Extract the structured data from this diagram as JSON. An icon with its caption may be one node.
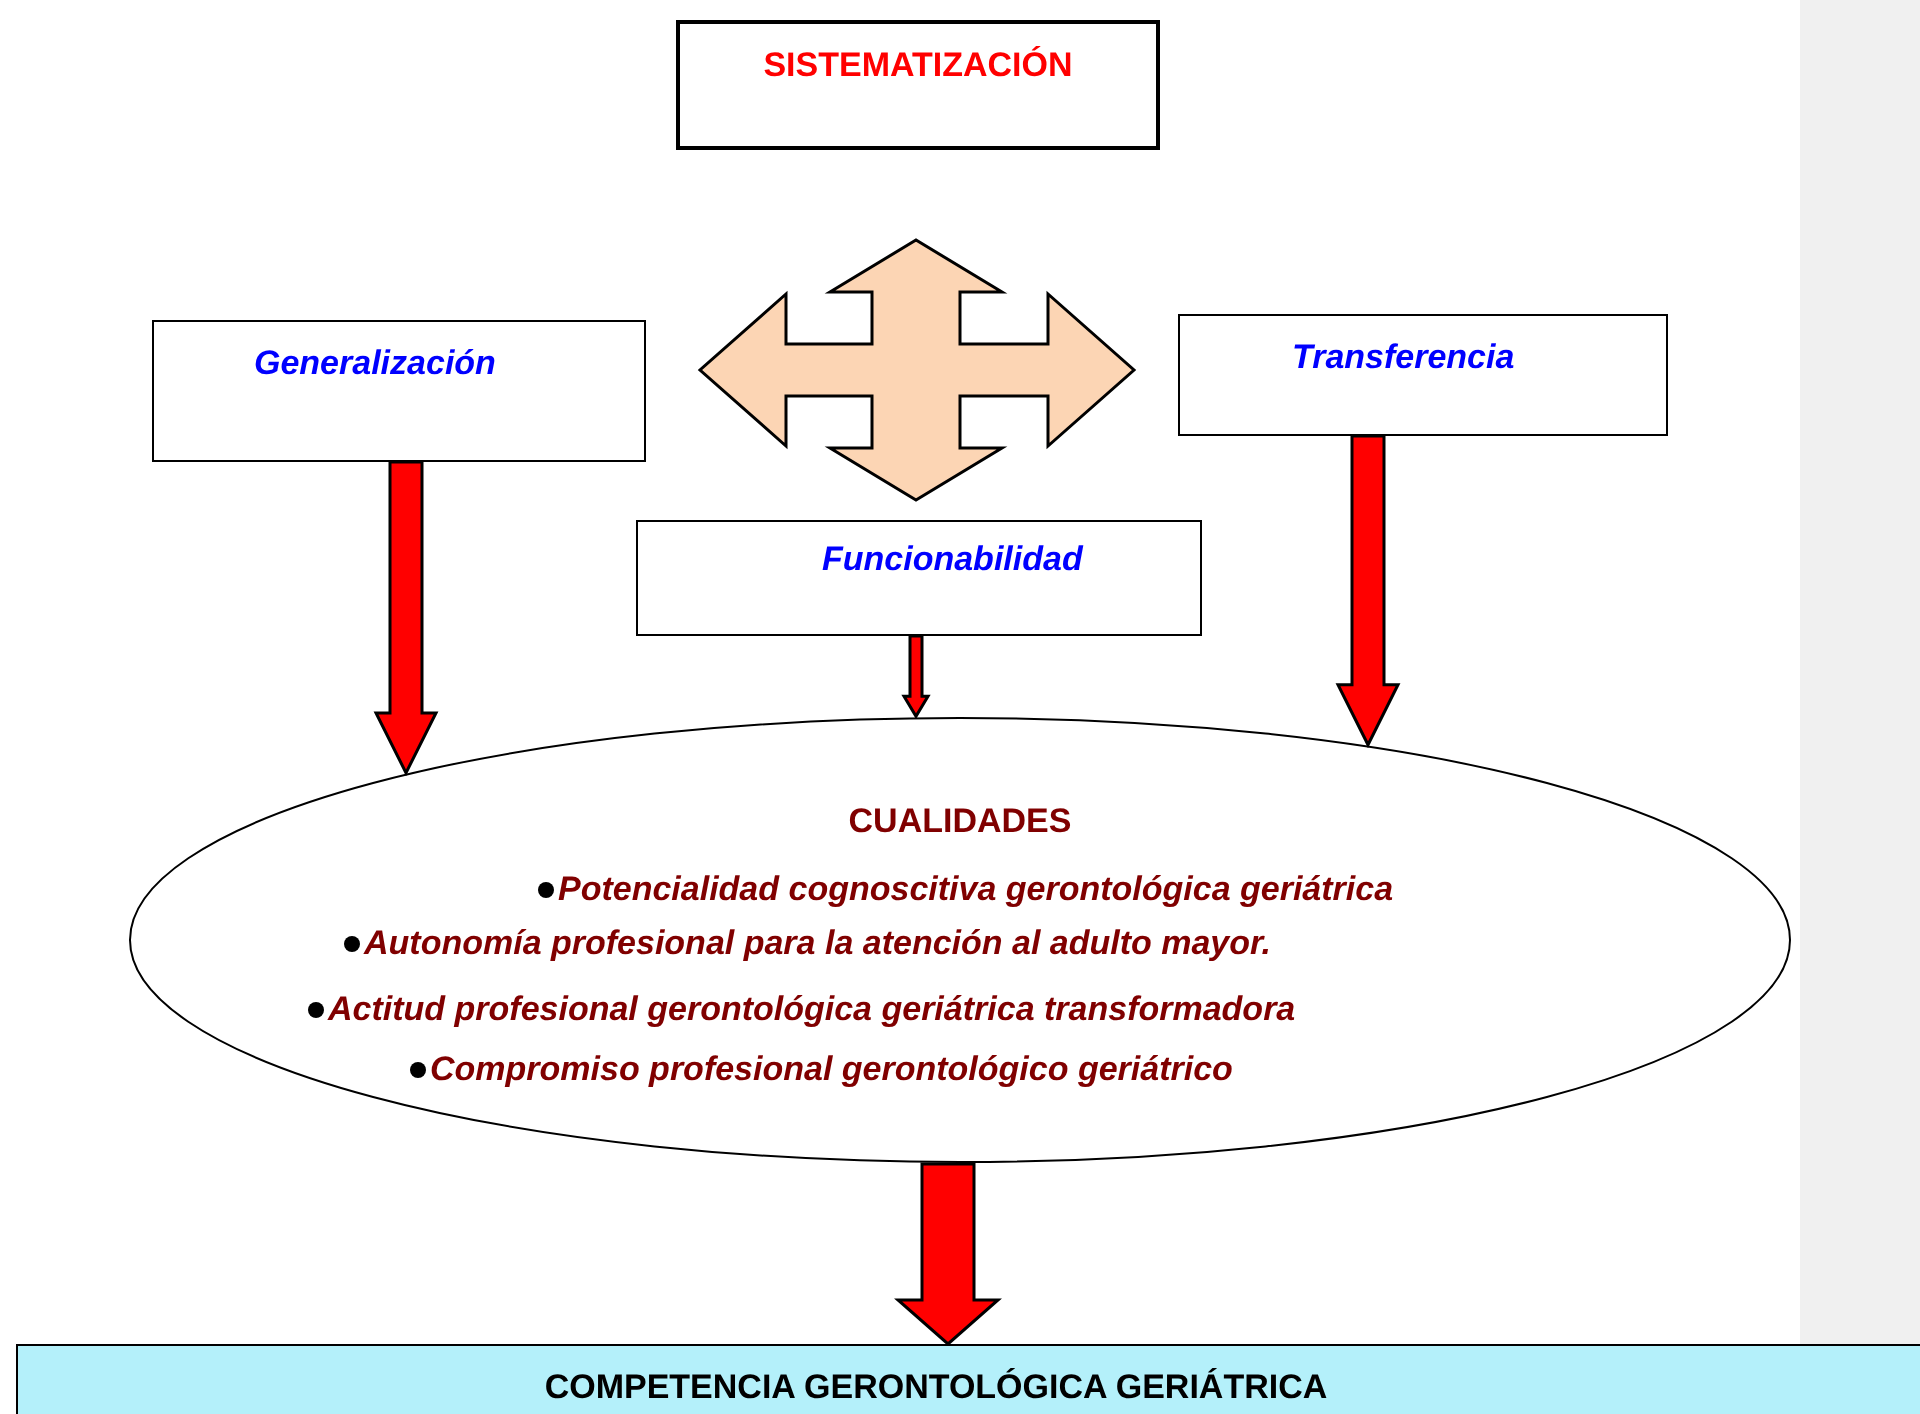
{
  "diagram": {
    "nodes": [
      {
        "text": [
          "SISTEMATIZACIÓN"
        ]
      },
      {
        "text": [
          "Generalización"
        ]
      },
      {
        "text": [
          "Transferencia"
        ]
      },
      {
        "text": [
          "Funcionabilidad"
        ]
      },
      {
        "text": [
          "CUALIDADES",
          "Potencialidad cognoscitiva  gerontológica geriátrica",
          "Autonomía profesional para la atención al adulto mayor.",
          "Actitud profesional gerontológica geriátrica transformadora",
          "Compromiso profesional gerontológico geriátrico"
        ]
      },
      {
        "text": [
          "COMPETENCIA GERONTOLÓGICA GERIÁTRICA"
        ]
      }
    ],
    "edges": [
      {
        "from": 1,
        "to": 4,
        "arrow": "to",
        "style": "thick",
        "color": "#ff0000"
      },
      {
        "from": 3,
        "to": 4,
        "arrow": "to",
        "style": "thick",
        "color": "#ff0000"
      },
      {
        "from": 2,
        "to": 4,
        "arrow": "to",
        "style": "thick",
        "color": "#ff0000"
      },
      {
        "from": 4,
        "to": 5,
        "arrow": "to",
        "style": "thick",
        "color": "#ff0000"
      },
      {
        "from": 0,
        "to": 3,
        "arrow": "both",
        "style": "thick",
        "color": "#fcd5b4"
      },
      {
        "from": 1,
        "to": 2,
        "arrow": "both",
        "style": "thick",
        "color": "#fcd5b4"
      }
    ]
  }
}
